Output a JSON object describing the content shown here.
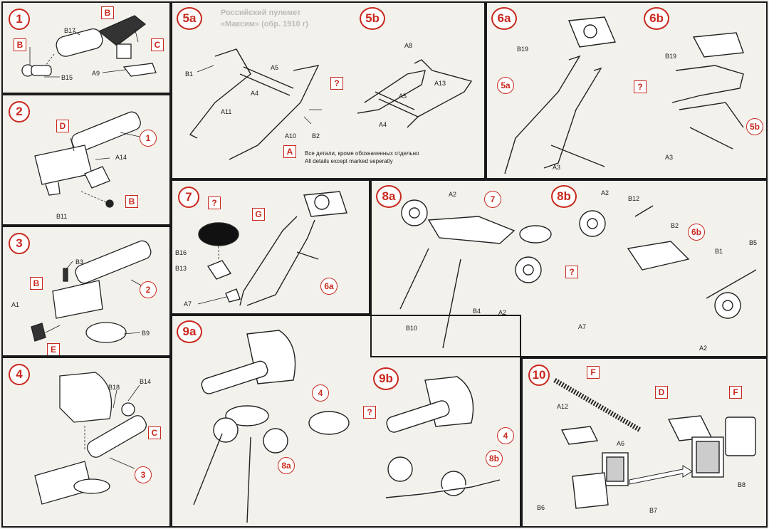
{
  "panel1": {
    "step": "1",
    "parts": [
      "B17",
      "B15",
      "A9"
    ],
    "refs": [
      "B",
      "B",
      "C"
    ]
  },
  "panel2": {
    "step": "2",
    "parts": [
      "A14",
      "B11"
    ],
    "refs": [
      "D",
      "B"
    ],
    "sub": "1"
  },
  "panel3": {
    "step": "3",
    "parts": [
      "B3",
      "A1",
      "B9"
    ],
    "refs": [
      "B",
      "E"
    ],
    "sub": "2"
  },
  "panel4": {
    "step": "4",
    "parts": [
      "B18",
      "B14"
    ],
    "refs": [
      "C"
    ],
    "sub": "3"
  },
  "panel5": {
    "step_a": "5a",
    "step_b": "5b",
    "parts": [
      "B1",
      "A5",
      "A4",
      "A11",
      "A10",
      "B2",
      "A8",
      "A5",
      "A13",
      "A4"
    ],
    "ref": "A",
    "note_ru": "Все детали, кроме обозначенных отдельно",
    "note_en": "All details except marked seperatly",
    "question": "?"
  },
  "panel6": {
    "step_a": "6a",
    "step_b": "6b",
    "parts": [
      "B19",
      "A3",
      "B19",
      "A3"
    ],
    "subs": [
      "5a",
      "5b"
    ],
    "question": "?"
  },
  "panel7": {
    "step": "7",
    "parts": [
      "B16",
      "B13",
      "A7"
    ],
    "ref": "G",
    "sub": "6a",
    "question": "?"
  },
  "panel8": {
    "step_a": "8a",
    "step_b": "8b",
    "parts": [
      "A2",
      "A2",
      "B10",
      "B4",
      "A2",
      "B12",
      "B2",
      "B1",
      "B5",
      "A7",
      "A2"
    ],
    "subs": [
      "7",
      "6b"
    ],
    "question": "?"
  },
  "panel9": {
    "step_a": "9a",
    "step_b": "9b",
    "subs": [
      "4",
      "8a",
      "4",
      "8b"
    ],
    "question": "?"
  },
  "panel10": {
    "step": "10",
    "parts": [
      "A12",
      "A6",
      "B6",
      "B7",
      "B8"
    ],
    "refs": [
      "F",
      "D",
      "F"
    ]
  },
  "faint_header": {
    "line1": "Российский пулемет",
    "line2": "«Максим» (обр. 1910 г)"
  }
}
